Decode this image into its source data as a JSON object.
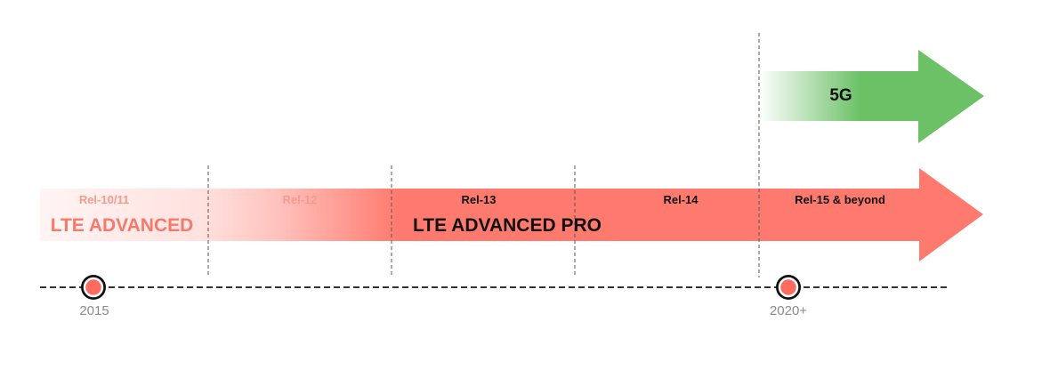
{
  "diagram": {
    "arrows": {
      "fiveg": {
        "label": "5G",
        "color": "#6cc167"
      },
      "lte": {
        "color": "#ff7a6e"
      }
    },
    "releases": [
      {
        "label": "Rel-10/11",
        "color": "#f59a8e"
      },
      {
        "label": "Rel-12",
        "color": "#f59a8e"
      },
      {
        "label": "Rel-13",
        "color": "#111111"
      },
      {
        "label": "Rel-14",
        "color": "#111111"
      },
      {
        "label": "Rel-15 & beyond",
        "color": "#111111"
      }
    ],
    "eras": {
      "lte_advanced": {
        "label": "LTE ADVANCED",
        "color": "#f47a6c"
      },
      "lte_advanced_pro": {
        "label": "LTE ADVANCED PRO",
        "color": "#111111"
      }
    },
    "timeline": {
      "markers": [
        {
          "label": "2015"
        },
        {
          "label": "2020+"
        }
      ],
      "marker_color": "#ff6b5e",
      "marker_ring_color": "#111111"
    }
  }
}
